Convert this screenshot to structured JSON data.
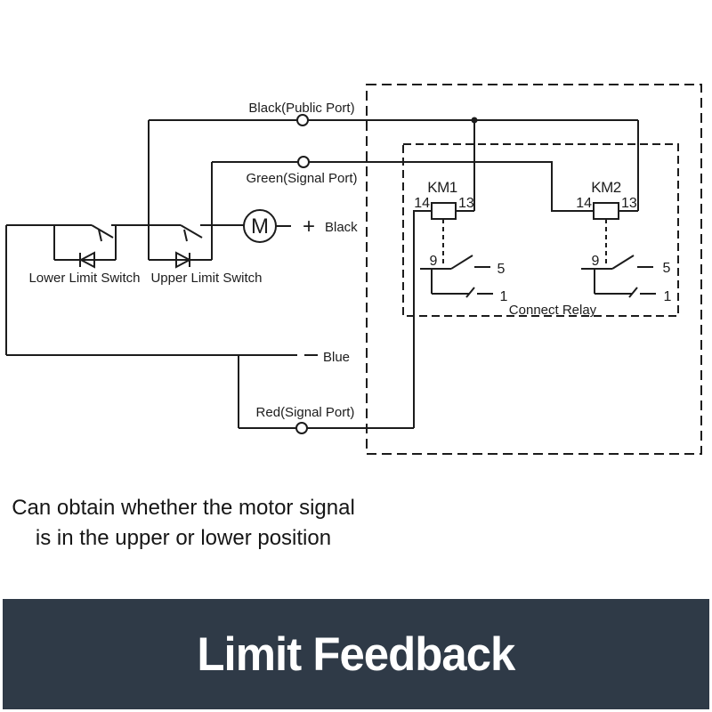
{
  "colors": {
    "line": "#1c1c1c",
    "banner_background": "#2f3a47",
    "banner_text": "#ffffff",
    "page_background": "#ffffff"
  },
  "diagram": {
    "ports": {
      "black": "Black(Public Port)",
      "green": "Green(Signal Port)",
      "red": "Red(Signal Port)"
    },
    "wires": {
      "black": "Black",
      "blue": "Blue"
    },
    "motor_label": "M",
    "plus": "+",
    "switches": {
      "lower": "Lower Limit Switch",
      "upper": "Upper Limit Switch"
    },
    "relays": {
      "km1": "KM1",
      "km2": "KM2",
      "box_label": "Connect Relay"
    },
    "pins": {
      "p14": "14",
      "p13": "13",
      "p9": "9",
      "p5": "5",
      "p1": "1"
    }
  },
  "caption": {
    "line1": "Can obtain whether the motor signal",
    "line2": "is in the upper or lower position"
  },
  "banner": {
    "title": "Limit Feedback"
  }
}
